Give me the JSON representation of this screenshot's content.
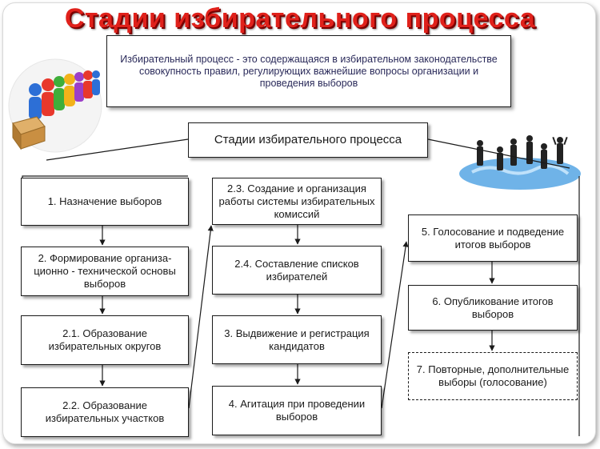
{
  "title": "Стадии избирательного процесса",
  "definition": "Избирательный процесс - это содержащаяся в избирательном законодательстве совокупность правил, регулирующих важнейшие вопросы организации и проведения выборов",
  "stages_header": "Стадии избирательного процесса",
  "column1": [
    {
      "label": "1. Назначение выборов"
    },
    {
      "label": "2. Формирование организа- ционно - технической основы выборов"
    },
    {
      "label": "2.1. Образование избирательных округов"
    },
    {
      "label": "2.2. Образование избирательных участков"
    }
  ],
  "column2": [
    {
      "label": "2.3. Создание и организация работы системы избирательных комиссий"
    },
    {
      "label": "2.4. Составление списков избирателей"
    },
    {
      "label": "3. Выдвижение и регистрация кандидатов"
    },
    {
      "label": "4. Агитация при проведении выборов"
    }
  ],
  "column3": [
    {
      "label": "5. Голосование и подведение итогов выборов"
    },
    {
      "label": "6. Опубликование итогов выборов"
    },
    {
      "label": "7. Повторные, дополнительные выборы (голосование)"
    }
  ],
  "colors": {
    "title": "#e0211b",
    "line": "#1a1a1a",
    "definition_text": "#2a2a5a"
  }
}
